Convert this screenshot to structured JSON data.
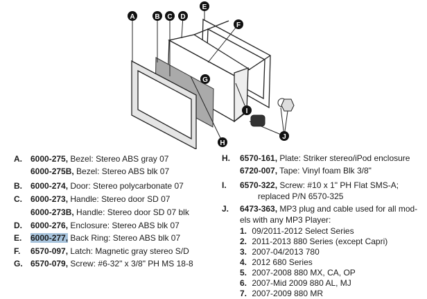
{
  "diagram": {
    "callouts": [
      "A",
      "B",
      "C",
      "D",
      "E",
      "F",
      "G",
      "H",
      "I",
      "J"
    ]
  },
  "parts_left": [
    {
      "letter": "A.",
      "number": "6000-275,",
      "desc": " Bezel: Stereo ABS gray 07"
    },
    {
      "letter": "",
      "number": "6000-275B,",
      "desc": " Bezel: Stereo ABS blk 07"
    },
    {
      "letter": "B.",
      "number": "6000-274,",
      "desc": " Door: Stereo polycarbonate 07"
    },
    {
      "letter": "C.",
      "number": "6000-273,",
      "desc": " Handle: Stereo door SD 07"
    },
    {
      "letter": "",
      "number": "6000-273B,",
      "desc": " Handle: Stereo door SD 07 blk"
    },
    {
      "letter": "D.",
      "number": "6000-276,",
      "desc": " Enclosure: Stereo ABS blk 07"
    },
    {
      "letter": "E.",
      "number": "6000-277,",
      "desc": " Back Ring: Stereo ABS blk 07"
    },
    {
      "letter": "F.",
      "number": "6570-097,",
      "desc": " Latch: Magnetic gray stereo S/D"
    },
    {
      "letter": "G.",
      "number": "6570-079,",
      "desc": " Screw: #6-32\" x 3/8\" PH MS 18-8"
    }
  ],
  "parts_right": [
    {
      "letter": "H.",
      "number": "6570-161,",
      "desc": " Plate: Striker stereo/iPod enclosure"
    },
    {
      "letter": "",
      "number": "6720-007,",
      "desc": " Tape: Vinyl foam Blk 3/8\""
    },
    {
      "letter": "I.",
      "number": "6570-322,",
      "desc": " Screw: #10 x 1\" PH Flat SMS-A;"
    },
    {
      "letter": "",
      "number": "",
      "desc": "replaced P/N 6570-325"
    },
    {
      "letter": "J.",
      "number": "6473-363,",
      "desc": " MP3 plug and cable used for all mod-"
    },
    {
      "letter": "",
      "number": "",
      "desc": "els with any MP3 Player:"
    }
  ],
  "mp3_models": [
    {
      "num": "1.",
      "text": "09/2011-2012 Select Series"
    },
    {
      "num": "2.",
      "text": "2011-2013 880 Series (except Capri)"
    },
    {
      "num": "3.",
      "text": "2007-04/2013 780"
    },
    {
      "num": "4.",
      "text": "2012 680 Series"
    },
    {
      "num": "5.",
      "text": "2007-2008 880 MX, CA, OP"
    },
    {
      "num": "6.",
      "text": "2007-Mid 2009 880 AL, MJ"
    },
    {
      "num": "7.",
      "text": "2007-2009 880 MR"
    }
  ],
  "highlight_color": "#a7c3dc"
}
